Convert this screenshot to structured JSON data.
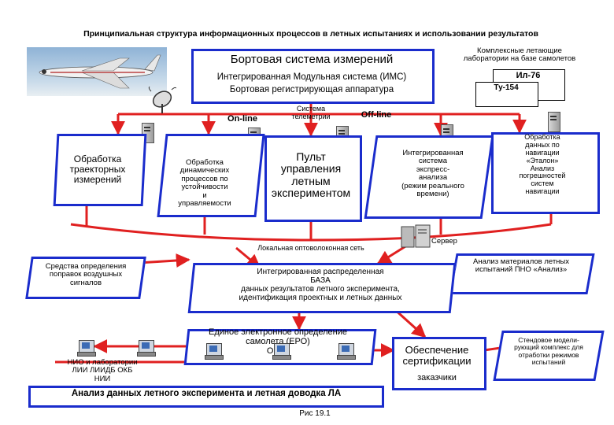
{
  "title": "Принципиальная структура информационных процессов в летных испытаниях и использовании результатов",
  "onboard": {
    "title": "Бортовая система измерений",
    "line1": "Интегрированная Модульная система (ИМС)",
    "line2": "Бортовая регистрирующая аппаратура"
  },
  "labs": {
    "title": "Комплексные летающие\nлаборатории на базе самолетов",
    "il": "Ил-76",
    "tu": "Ту-154"
  },
  "labels": {
    "online": "On-line",
    "offline": "Off-line",
    "telemetry": "Система\nтелеметрии",
    "server": "Сервер",
    "network": "Локальная оптоволоконная сеть",
    "fig": "Рис 19.1"
  },
  "nodes": {
    "trajectory": "Обработка\nтраекторных\nизмерений",
    "dynamics": "Обработка\nдинамических\nпроцессов по\nустойчивости\nи\nуправляемости",
    "console": "Пульт\nуправления\nлетным\nэкспериментом",
    "express": "Интегрированная\nсистема\nэкспресс-\nанализа\n(режим реального\nвремени)",
    "navigation": "Обработка\nданных по\nнавигации\n«Эталон»\nАнализ\nпогрешностей\nсистем\nнавигации",
    "airdata": "Средства определения\nпоправок воздушных\nсигналов",
    "pno": "Анализ материалов летных\nиспытаний ПНО «Анализ»",
    "database": "Интегрированная распределенная\nБАЗА\nданных результатов летного эксперимента,\nидентификация проектных и летных данных",
    "edo": "Единое электронное определение\nсамолета (ЕРО)\nО К Б",
    "nio": "НИО и лаборатории\nЛИИ ЛИИДБ ОКБ\nНИИ",
    "certification": "Обеспечение\nсертификации",
    "customers": "заказчики",
    "stand": "Стендовое модели-\nрующий комплекс для\nотработки режимов\nиспытаний",
    "bottom": "Анализ данных летного эксперимента и летная доводка ЛА"
  },
  "colors": {
    "wire": "#e02020",
    "border": "#1a2ccc",
    "frame": "#000000"
  }
}
